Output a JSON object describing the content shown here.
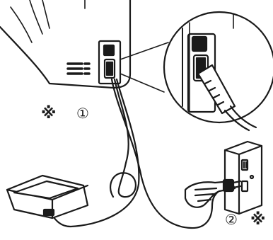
{
  "labels": {
    "step1_marker": "※",
    "step1_number": "①",
    "step2_number": "②",
    "step2_marker": "※"
  },
  "colors": {
    "line": "#1a1a1a",
    "fill": "#ffffff",
    "dark": "#1a1a1a",
    "light_gray": "#d9d9d9"
  },
  "icons": [
    "sewing-machine",
    "power-switch",
    "power-socket",
    "foot-controller",
    "wall-outlet",
    "hand",
    "plug"
  ]
}
